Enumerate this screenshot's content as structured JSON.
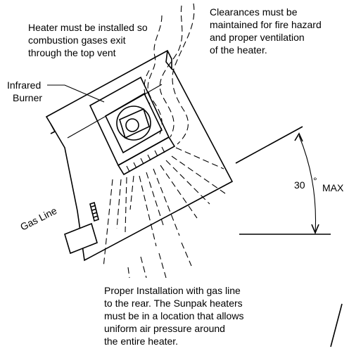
{
  "notes": {
    "top_vent": [
      "Heater must be installed so",
      "combustion gases exit",
      "through the top vent"
    ],
    "clearances": [
      "Clearances must be",
      "maintained for fire hazard",
      "and proper ventilation",
      "of the heater."
    ],
    "installation": [
      "Proper Installation with gas line",
      "to the rear. The Sunpak heaters",
      "must be in a location that allows",
      "uniform air pressure around",
      "the entire heater."
    ]
  },
  "labels": {
    "burner": [
      "Infrared",
      "Burner"
    ],
    "gas_line": "Gas Line",
    "angle_value": "30",
    "angle_degree": "°",
    "angle_suffix": "MAX"
  }
}
